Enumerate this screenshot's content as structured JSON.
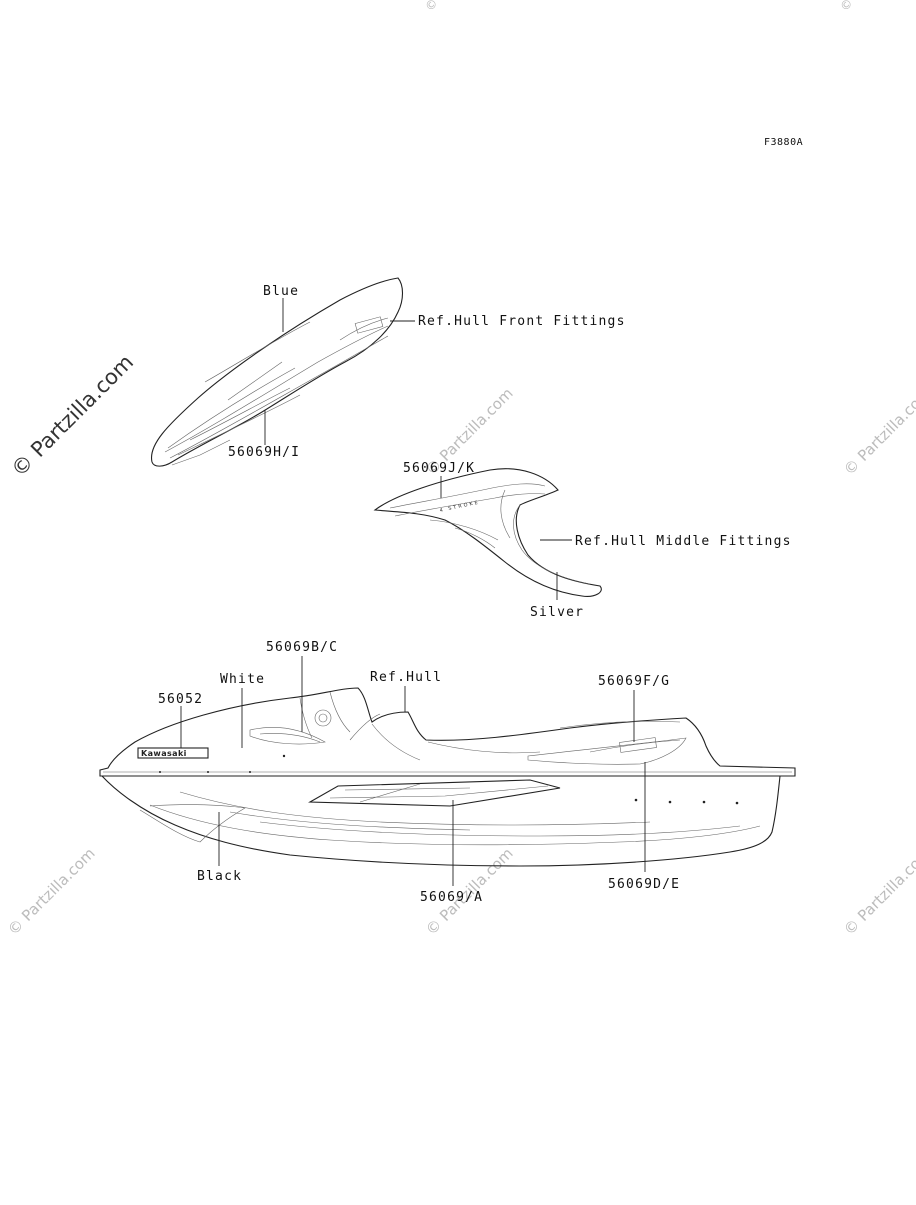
{
  "figure_code": "F3880A",
  "labels": {
    "blue": "Blue",
    "ref_front": "Ref.Hull Front Fittings",
    "part_hi": "56069H/I",
    "part_jk": "56069J/K",
    "ref_middle": "Ref.Hull Middle Fittings",
    "silver": "Silver",
    "part_bc": "56069B/C",
    "white": "White",
    "ref_hull": "Ref.Hull",
    "part_fg": "56069F/G",
    "part_56052": "56052",
    "black": "Black",
    "part_a": "56069/A",
    "part_de": "56069D/E"
  },
  "watermark": {
    "text": "© Partzilla.com"
  },
  "decal_text": {
    "stroke": "4 STROKE",
    "brand": "Kawasaki"
  },
  "colors": {
    "line": "#222222",
    "watermark": "#bcbcbc"
  }
}
